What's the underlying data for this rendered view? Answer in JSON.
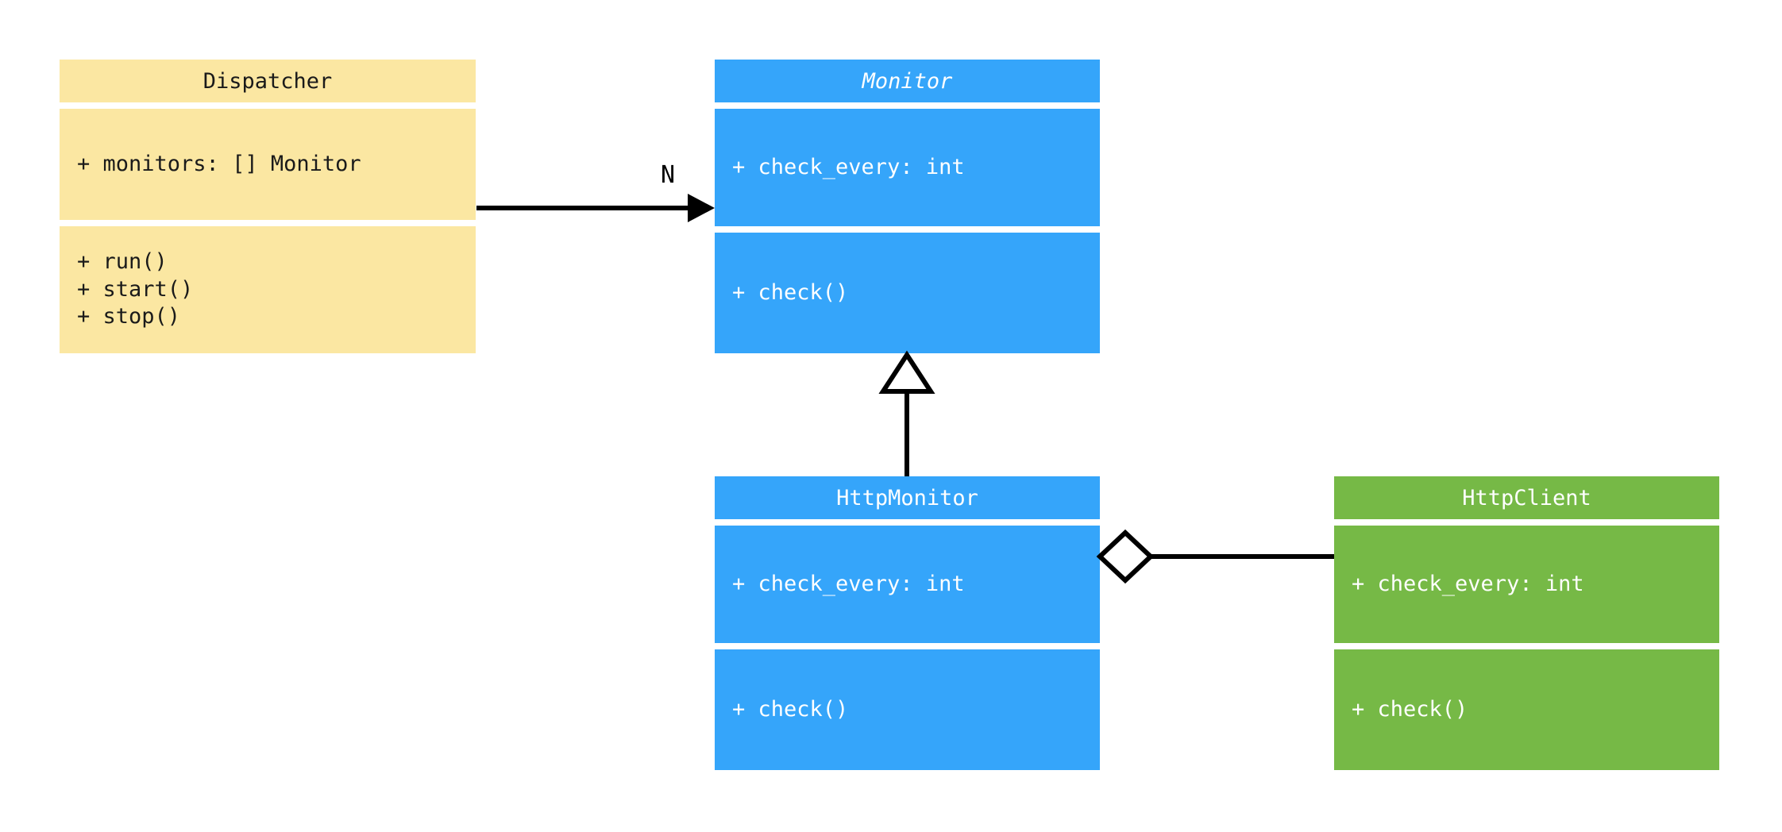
{
  "diagram": {
    "type": "uml-class-diagram",
    "background": "#ffffff",
    "palette": {
      "yellow": "#fbe7a2",
      "blue": "#35a5fa",
      "green": "#76b946",
      "line": "#000000",
      "text_dark": "#1a1a1a",
      "text_light": "#ffffff"
    }
  },
  "classes": {
    "dispatcher": {
      "name": "Dispatcher",
      "abstract": false,
      "color": "#fbe7a2",
      "attributes": [
        "+ monitors: [] Monitor"
      ],
      "methods": [
        "+ run()",
        "+ start()",
        "+ stop()"
      ]
    },
    "monitor": {
      "name": "Monitor",
      "abstract": true,
      "color": "#35a5fa",
      "attributes": [
        "+ check_every: int"
      ],
      "methods": [
        "+ check()"
      ]
    },
    "http_monitor": {
      "name": "HttpMonitor",
      "abstract": false,
      "color": "#35a5fa",
      "attributes": [
        "+ check_every: int"
      ],
      "methods": [
        "+ check()"
      ]
    },
    "http_client": {
      "name": "HttpClient",
      "abstract": false,
      "color": "#76b946",
      "attributes": [
        "+ check_every: int"
      ],
      "methods": [
        "+ check()"
      ]
    }
  },
  "relationships": {
    "dispatcher_to_monitor": {
      "kind": "association",
      "from": "Dispatcher",
      "to": "Monitor",
      "label": "N",
      "arrow": "filled-arrowhead"
    },
    "http_monitor_to_monitor": {
      "kind": "generalization",
      "from": "HttpMonitor",
      "to": "Monitor",
      "label": "",
      "arrow": "hollow-triangle"
    },
    "http_monitor_to_http_client": {
      "kind": "aggregation",
      "from": "HttpMonitor",
      "to": "HttpClient",
      "label": "",
      "arrow": "hollow-diamond"
    }
  }
}
